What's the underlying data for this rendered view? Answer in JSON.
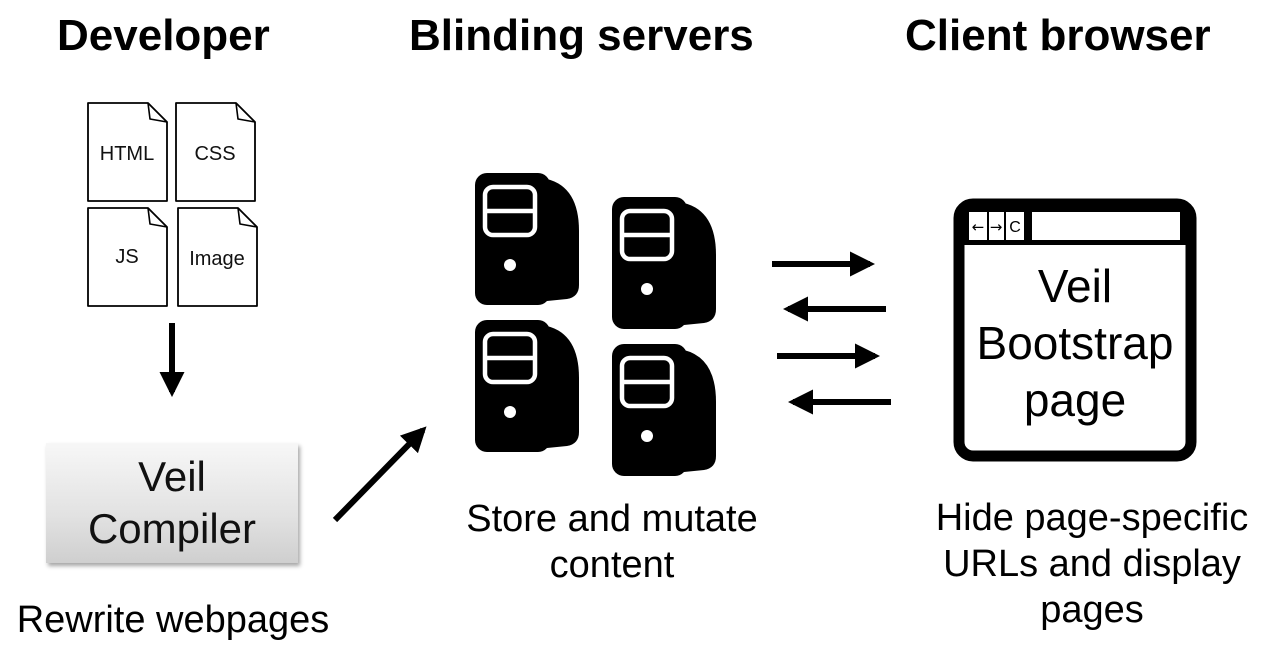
{
  "headings": {
    "developer": "Developer",
    "blinding_servers": "Blinding servers",
    "client_browser": "Client browser"
  },
  "source_files": {
    "html": "HTML",
    "css": "CSS",
    "js": "JS",
    "image": "Image"
  },
  "compiler": {
    "line1": "Veil",
    "line2": "Compiler"
  },
  "captions": {
    "developer": "Rewrite webpages",
    "servers_line1": "Store and mutate",
    "servers_line2": "content",
    "browser_line1": "Hide page-specific",
    "browser_line2": "URLs and display",
    "browser_line3": "pages"
  },
  "browser": {
    "back_glyph": "←",
    "forward_glyph": "→",
    "reload_glyph": "C",
    "content_line1": "Veil",
    "content_line2": "Bootstrap",
    "content_line3": "page"
  },
  "icons": {
    "document": "document-icon",
    "server": "server-tower-icon",
    "browser": "browser-window-icon",
    "arrow": "arrow-icon"
  }
}
